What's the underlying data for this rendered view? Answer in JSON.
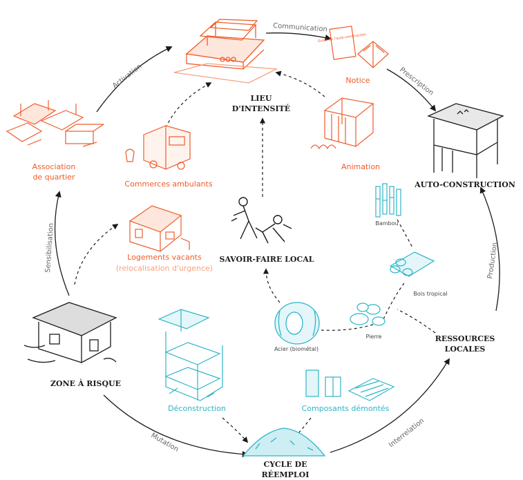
{
  "colors": {
    "orange": "#f05a28",
    "teal": "#2bb5c8",
    "ink": "#1a1a1a",
    "grey": "#666666"
  },
  "nodes": {
    "lieu_intensite_l1": "LIEU",
    "lieu_intensite_l2": "D'INTENSITÉ",
    "auto_construction": "AUTO-CONSTRUCTION",
    "savoir_faire": "SAVOIR-FAIRE LOCAL",
    "ressources_l1": "RESSOURCES",
    "ressources_l2": "LOCALES",
    "zone_risque": "ZONE À RISQUE",
    "cycle_l1": "CYCLE DE",
    "cycle_l2": "RÉEMPLOI"
  },
  "actors": {
    "association_l1": "Association",
    "association_l2": "de quartier",
    "commerces": "Commerces ambulants",
    "notice": "Notice",
    "animation": "Animation",
    "logements_l1": "Logements vacants",
    "logements_l2": "(relocalisation d'urgence)",
    "deconstruction": "Déconstruction",
    "composants": "Composants démontés"
  },
  "materials": {
    "bambou": "Bambou",
    "bois": "Bois tropical",
    "pierre": "Pierre",
    "acier": "Acier (biométal)"
  },
  "flows": {
    "communication": "Communication",
    "prescription": "Prescription",
    "activation": "Activation",
    "sensibilisation": "Sensibilisation",
    "production": "Production",
    "mutation": "Mutation",
    "interrelation": "Interrelation"
  },
  "icons": {
    "notice_cover": "Guide de l'auto-construction"
  }
}
